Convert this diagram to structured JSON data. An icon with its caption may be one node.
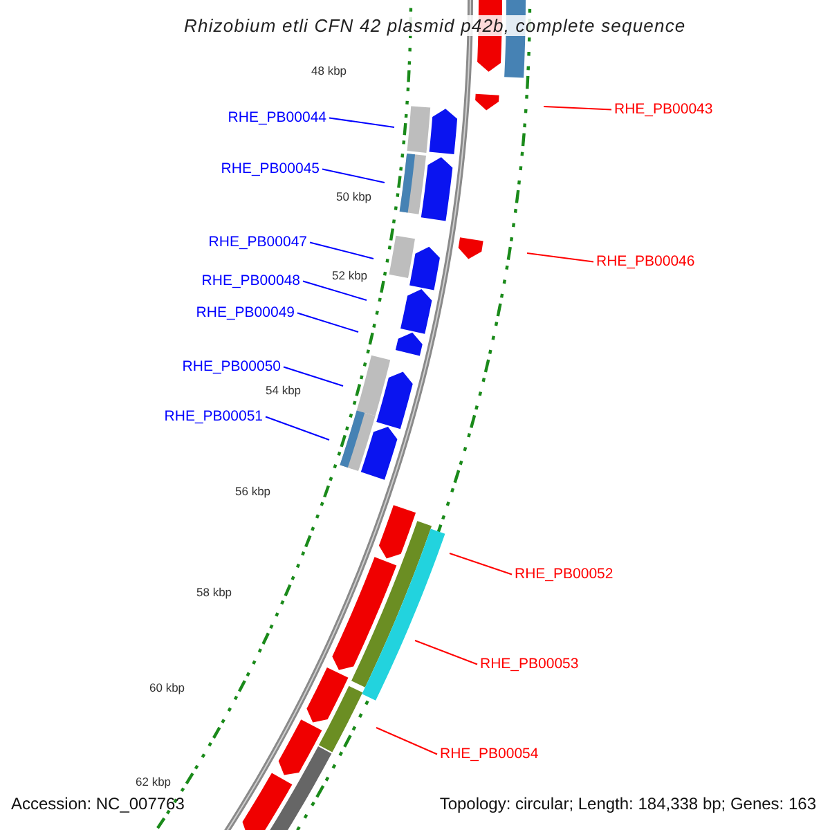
{
  "diagram": {
    "title": "Rhizobium etli CFN 42 plasmid p42b, complete sequence",
    "nodes": [
      {
        "text": [
          "RHE_PB00043"
        ]
      },
      {
        "text": [
          "RHE_PB00044"
        ]
      },
      {
        "text": [
          "RHE_PB00045"
        ]
      },
      {
        "text": [
          "RHE_PB00046"
        ]
      },
      {
        "text": [
          "RHE_PB00047"
        ]
      },
      {
        "text": [
          "RHE_PB00048"
        ]
      },
      {
        "text": [
          "RHE_PB00049"
        ]
      },
      {
        "text": [
          "RHE_PB00050"
        ]
      },
      {
        "text": [
          "RHE_PB00051"
        ]
      },
      {
        "text": [
          "RHE_PB00052"
        ]
      },
      {
        "text": [
          "RHE_PB00053"
        ]
      },
      {
        "text": [
          "RHE_PB00054"
        ]
      }
    ],
    "edges": [
      {
        "from": 0,
        "to": null,
        "arrow": "none",
        "color": "#ff0000"
      },
      {
        "from": 1,
        "to": null,
        "arrow": "none"
      },
      {
        "from": 2,
        "to": null,
        "arrow": "none"
      },
      {
        "from": 3,
        "to": null,
        "arrow": "none",
        "color": "#ff0000"
      },
      {
        "from": 4,
        "to": null,
        "arrow": "none"
      },
      {
        "from": 5,
        "to": null,
        "arrow": "none"
      },
      {
        "from": 6,
        "to": null,
        "arrow": "none"
      },
      {
        "from": 7,
        "to": null,
        "arrow": "none"
      },
      {
        "from": 8,
        "to": null,
        "arrow": "none"
      },
      {
        "from": 9,
        "to": null,
        "arrow": "none",
        "color": "#ff0000"
      },
      {
        "from": 10,
        "to": null,
        "arrow": "none",
        "color": "#ff0000"
      },
      {
        "from": 11,
        "to": null,
        "arrow": "none",
        "color": "#ff0000"
      }
    ],
    "labels": [
      "48 kbp",
      "50 kbp",
      "52 kbp",
      "54 kbp",
      "56 kbp",
      "58 kbp",
      "60 kbp",
      "62 kbp",
      "Accession: NC_007763",
      "Topology: circular; Length: 184,338 bp; Genes: 163"
    ]
  }
}
